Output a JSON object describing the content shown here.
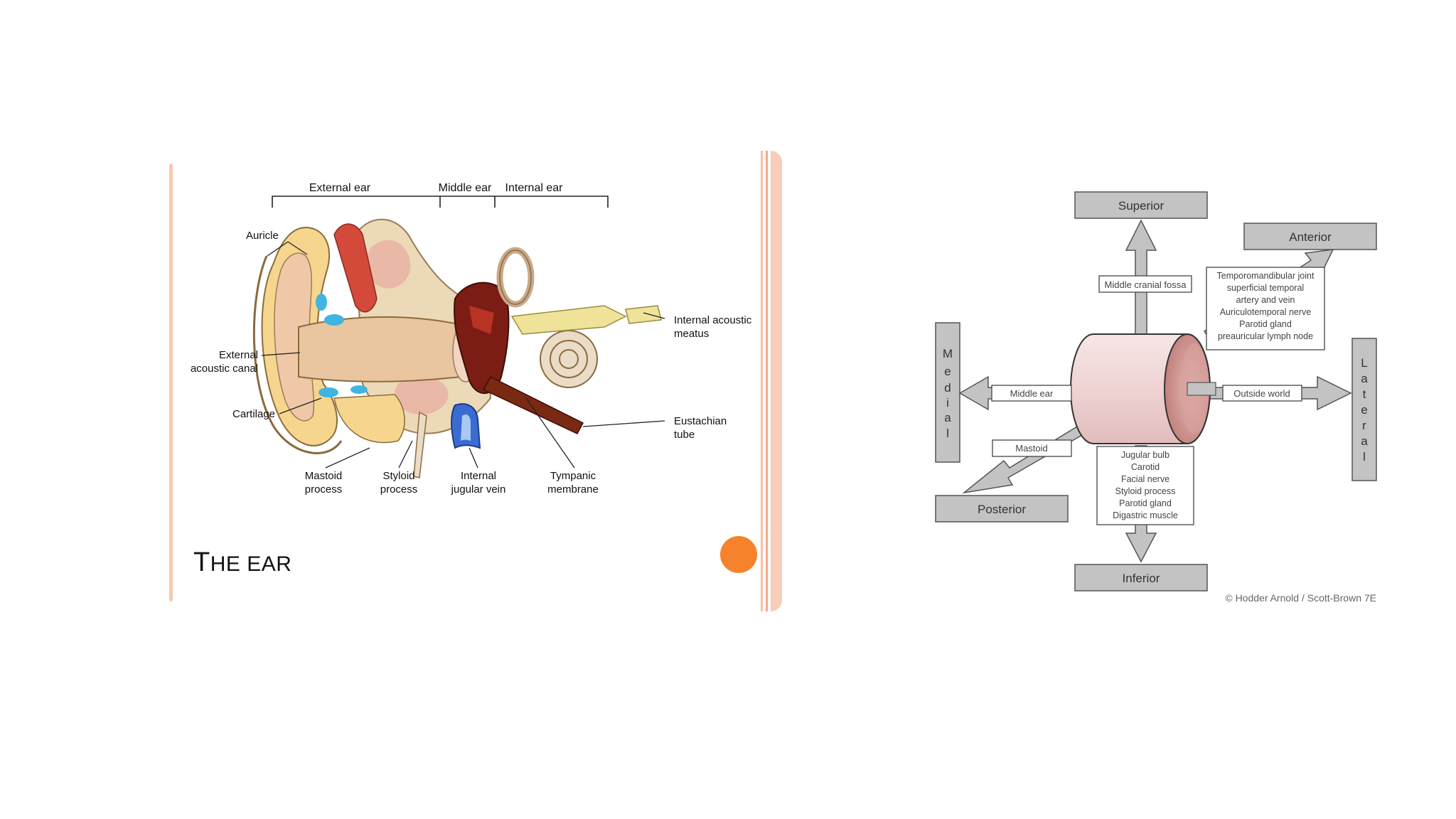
{
  "slide": {
    "title_cap": "T",
    "title_rest": "HE EAR"
  },
  "ear_diagram": {
    "regions": {
      "external": "External ear",
      "middle": "Middle ear",
      "internal": "Internal ear"
    },
    "labels": {
      "auricle": "Auricle",
      "external_canal_1": "External",
      "external_canal_2": "acoustic canal",
      "cartilage": "Cartilage",
      "mastoid_1": "Mastoid",
      "mastoid_2": "process",
      "styloid_1": "Styloid",
      "styloid_2": "process",
      "jugular_1": "Internal",
      "jugular_2": "jugular vein",
      "tympanic_1": "Tympanic",
      "tympanic_2": "membrane",
      "eustachian_1": "Eustachian",
      "eustachian_2": "tube",
      "internal_meatus_1": "Internal acoustic",
      "internal_meatus_2": "meatus"
    }
  },
  "relations_diagram": {
    "directions": {
      "superior": "Superior",
      "inferior": "Inferior",
      "anterior": "Anterior",
      "posterior": "Posterior",
      "medial_letters": [
        "M",
        "e",
        "d",
        "i",
        "a",
        "l"
      ],
      "lateral_letters": [
        "L",
        "a",
        "t",
        "e",
        "r",
        "a",
        "l"
      ]
    },
    "boxes": {
      "middle_cranial_fossa": "Middle cranial fossa",
      "middle_ear": "Middle ear",
      "mastoid": "Mastoid",
      "outside_world": "Outside world"
    },
    "anterior_list": [
      "Temporomandibular joint",
      "superficial temporal",
      "artery and vein",
      "Auriculotemporal nerve",
      "Parotid gland",
      "preauricular lymph node"
    ],
    "inferior_list": [
      "Jugular bulb",
      "Carotid",
      "Facial nerve",
      "Styloid process",
      "Parotid gland",
      "Digastric muscle"
    ],
    "credit": "© Hodder Arnold / Scott-Brown 7E"
  }
}
